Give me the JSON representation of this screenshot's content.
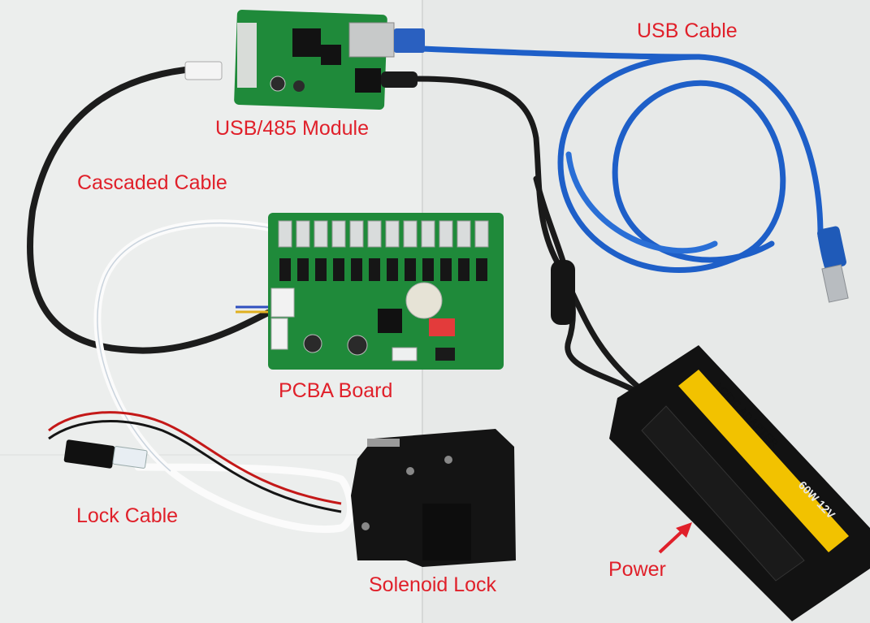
{
  "labels": {
    "usb_cable": "USB Cable",
    "usb485_module": "USB/485 Module",
    "cascaded_cable": "Cascaded Cable",
    "pcba_board": "PCBA Board",
    "lock_cable": "Lock Cable",
    "solenoid_lock": "Solenoid Lock",
    "power": "Power"
  },
  "adapter_text": {
    "title": "AC/DC ADAPTER",
    "rating": "60W 12V"
  },
  "colors": {
    "label": "#e0202a",
    "pcb": "#1f8a3a",
    "usb_cable": "#1e5fc8",
    "black_cable": "#1a1a1a",
    "adapter_stripe": "#f2c200",
    "lock": "#121212"
  }
}
